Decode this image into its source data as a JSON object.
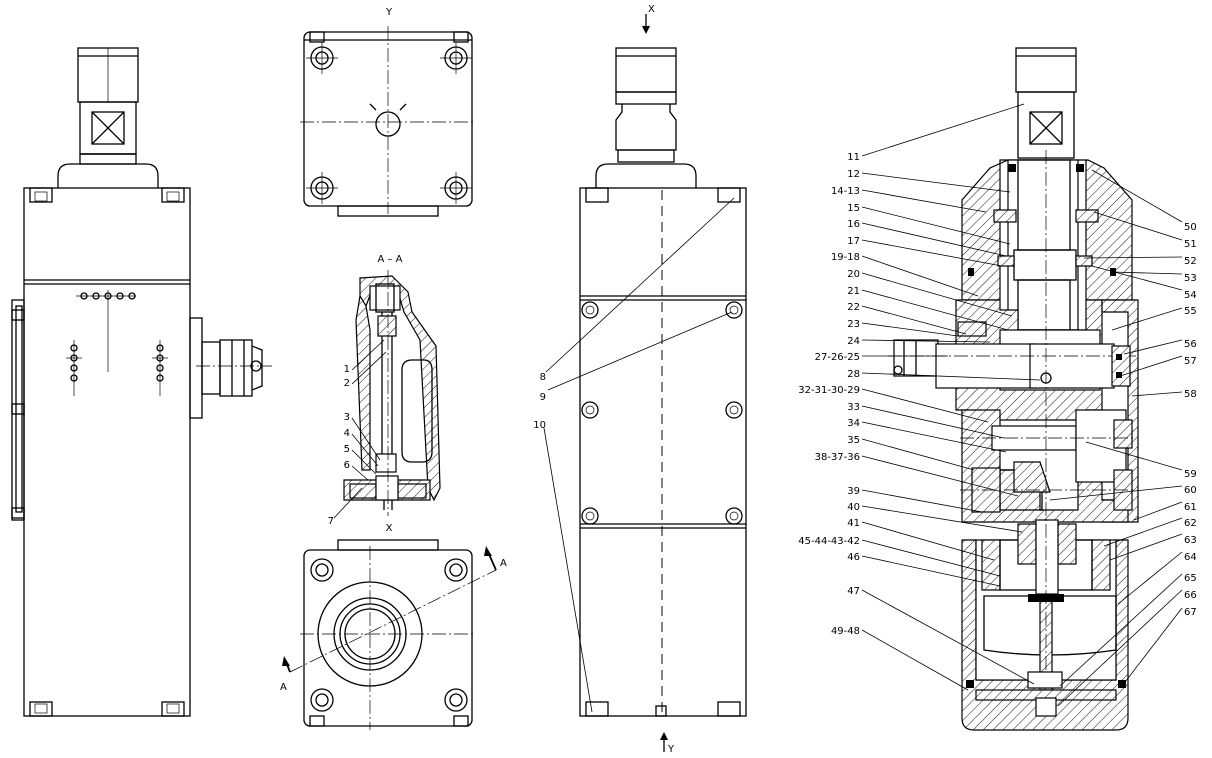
{
  "colors": {
    "ink": "#000000",
    "paper": "#ffffff"
  },
  "views": {
    "top": {
      "label": "Y"
    },
    "section": {
      "label": "A – A"
    },
    "bottom": {
      "label": "X",
      "cut_label": "A"
    },
    "side": {
      "top_label": "X",
      "bottom_label": "Y"
    }
  },
  "section_callouts": [
    "1",
    "2",
    "3",
    "4",
    "5",
    "6",
    "7"
  ],
  "side_callouts": [
    "8",
    "9",
    "10"
  ],
  "assembly_left": [
    "11",
    "12",
    "14-13",
    "15",
    "16",
    "17",
    "19-18",
    "20",
    "21",
    "22",
    "23",
    "24",
    "27-26-25",
    "28",
    "32-31-30-29",
    "33",
    "34",
    "35",
    "38-37-36",
    "39",
    "40",
    "41",
    "45-44-43-42",
    "46",
    "47",
    "49-48"
  ],
  "assembly_right": [
    "50",
    "51",
    "52",
    "53",
    "54",
    "55",
    "56",
    "57",
    "58",
    "59",
    "60",
    "61",
    "62",
    "63",
    "64",
    "65",
    "66",
    "67"
  ]
}
